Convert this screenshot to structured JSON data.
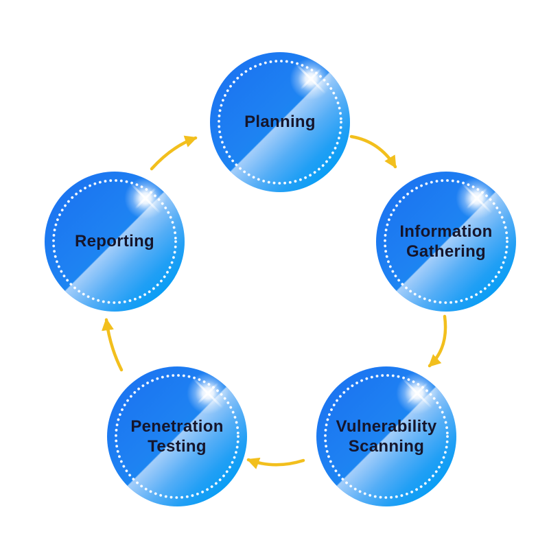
{
  "diagram": {
    "type": "cycle",
    "background": "#ffffff",
    "nodes": [
      {
        "id": "planning",
        "label": "Planning"
      },
      {
        "id": "information-gathering",
        "label": "Information Gathering"
      },
      {
        "id": "vulnerability-scanning",
        "label": "Vulnerability Scanning"
      },
      {
        "id": "penetration-testing",
        "label": "Penetration Testing"
      },
      {
        "id": "reporting",
        "label": "Reporting"
      }
    ],
    "arrows": [
      {
        "from": "planning",
        "to": "information-gathering"
      },
      {
        "from": "information-gathering",
        "to": "vulnerability-scanning"
      },
      {
        "from": "vulnerability-scanning",
        "to": "penetration-testing"
      },
      {
        "from": "penetration-testing",
        "to": "reporting"
      },
      {
        "from": "reporting",
        "to": "planning"
      }
    ],
    "colors": {
      "circle_blue": "#1b79f1",
      "circle_cyan": "#00a7f6",
      "ring_dots": "#ffffff",
      "arrow_yellow": "#f2bf1d",
      "label_text": "#15152b"
    }
  }
}
